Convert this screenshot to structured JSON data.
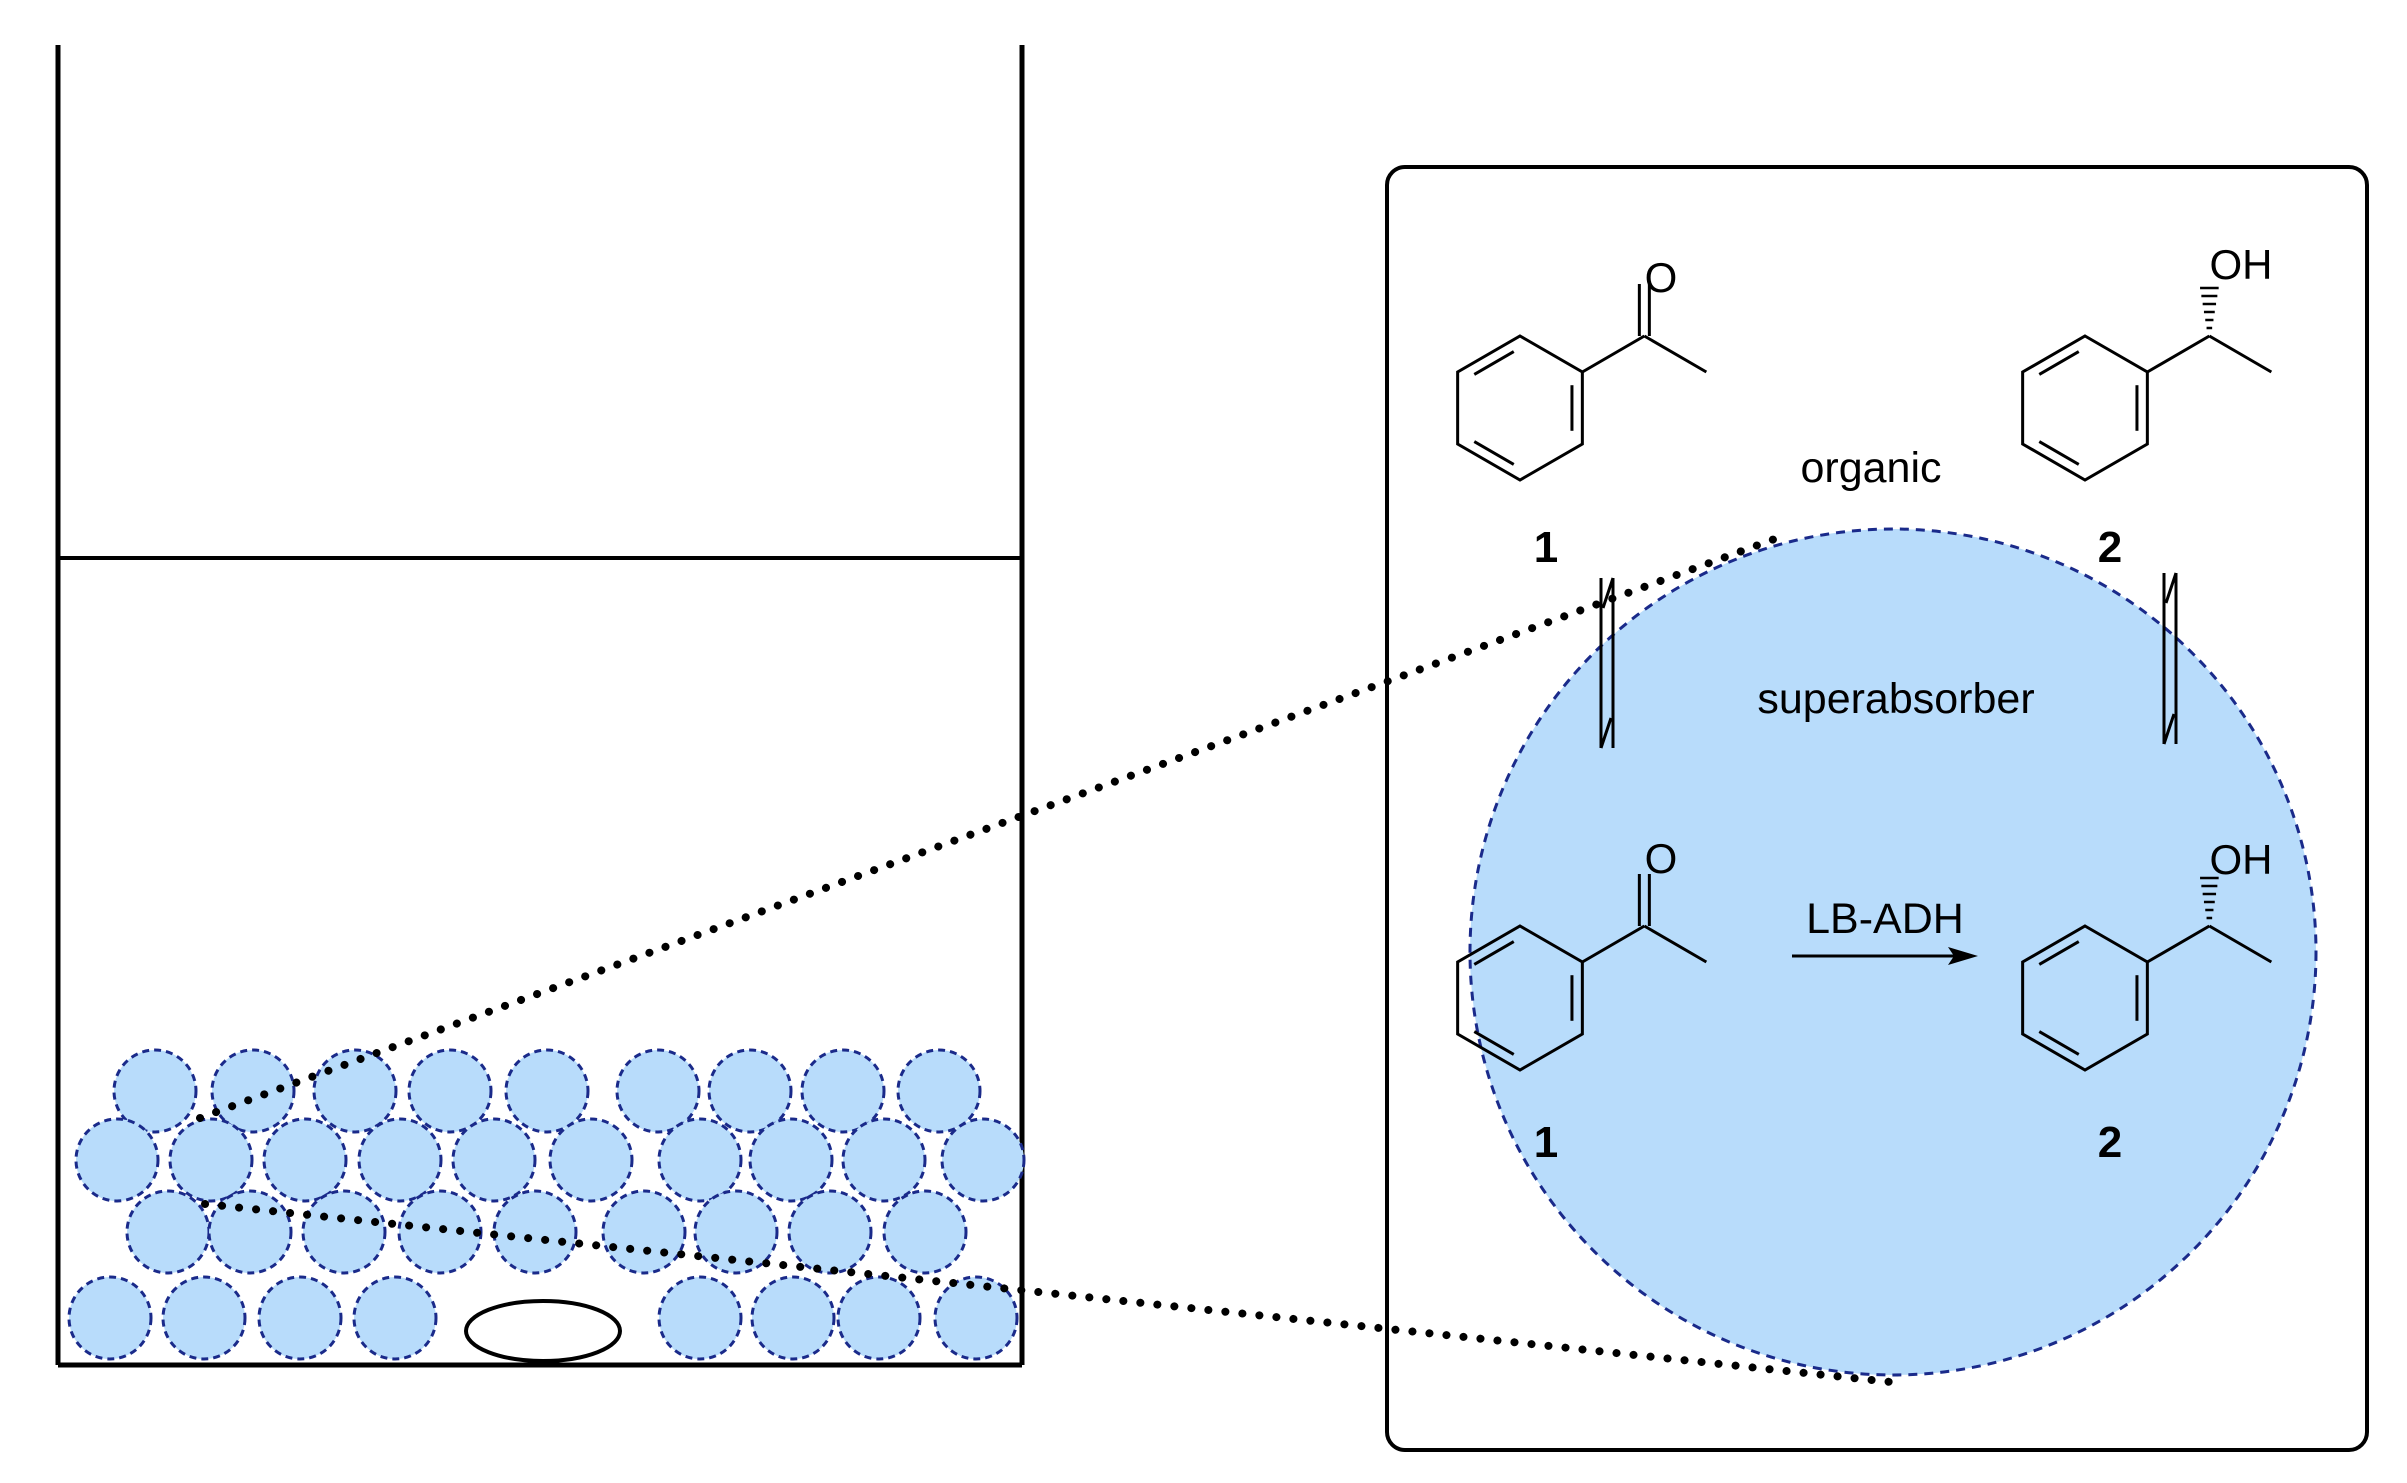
{
  "labels": {
    "organic": "organic",
    "superabsorber": "superabsorber",
    "enzyme": "LB-ADH"
  },
  "compounds": {
    "ketone_number": "1",
    "alcohol_number": "2"
  },
  "atoms": {
    "oxygen": "O",
    "hydroxyl": "OH"
  },
  "colors": {
    "bead_fill": "#b8dcfb",
    "bead_outline": "#1a2a8a",
    "line": "#000000"
  }
}
